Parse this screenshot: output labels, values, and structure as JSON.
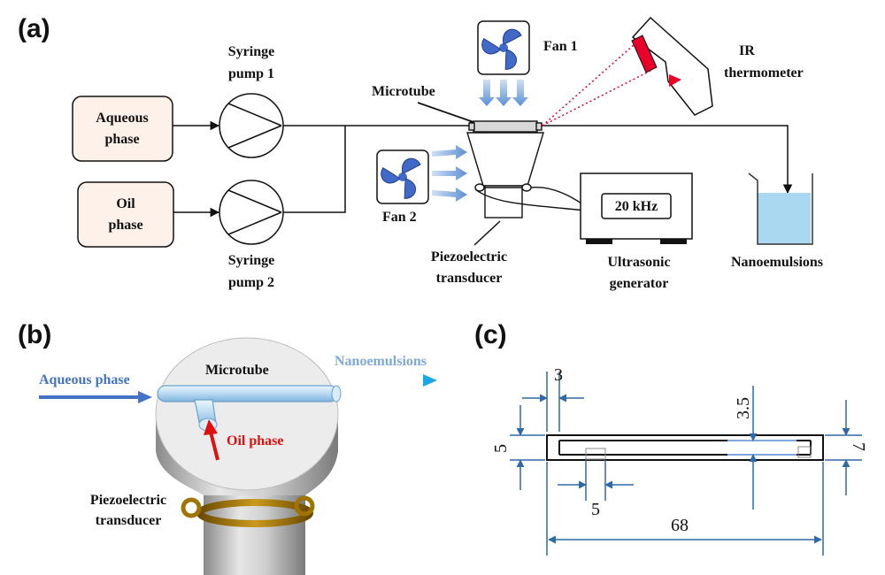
{
  "panels": {
    "a": "(a)",
    "b": "(b)",
    "c": "(c)"
  },
  "panel_a": {
    "aqueous_line1": "Aqueous",
    "aqueous_line2": "phase",
    "oil_line1": "Oil",
    "oil_line2": "phase",
    "pump1_line1": "Syringe",
    "pump1_line2": "pump 1",
    "pump2_line1": "Syringe",
    "pump2_line2": "pump 2",
    "microtube": "Microtube",
    "fan1": "Fan 1",
    "fan2": "Fan 2",
    "ir_line1": "IR",
    "ir_line2": "thermometer",
    "piezo_line1": "Piezoelectric",
    "piezo_line2": "transducer",
    "generator_display": "20 kHz",
    "generator_line1": "Ultrasonic",
    "generator_line2": "generator",
    "nanoemulsions": "Nanoemulsions"
  },
  "panel_b": {
    "aqueous": "Aqueous phase",
    "microtube": "Microtube",
    "nanoemulsions": "Nanoemulsions",
    "oil": "Oil phase",
    "piezo_line1": "Piezoelectric",
    "piezo_line2": "transducer"
  },
  "panel_c": {
    "dim_3": "3",
    "dim_3_5": "3.5",
    "dim_5_left": "5",
    "dim_5_bottom": "5",
    "dim_7": "7",
    "dim_68": "68"
  },
  "colors": {
    "phase_box": "#fdf1ea",
    "fan_blue": "#4169c8",
    "air_arrow": "#7fa8dc",
    "dim_line": "#2e6aa8",
    "ir_red": "#e8002a",
    "water": "#a9d8f0",
    "aqueous_arrow": "#4472c4",
    "nano_arrow": "#1ea5e8",
    "oil_arrow": "#e01010",
    "ring": "#a07400"
  }
}
